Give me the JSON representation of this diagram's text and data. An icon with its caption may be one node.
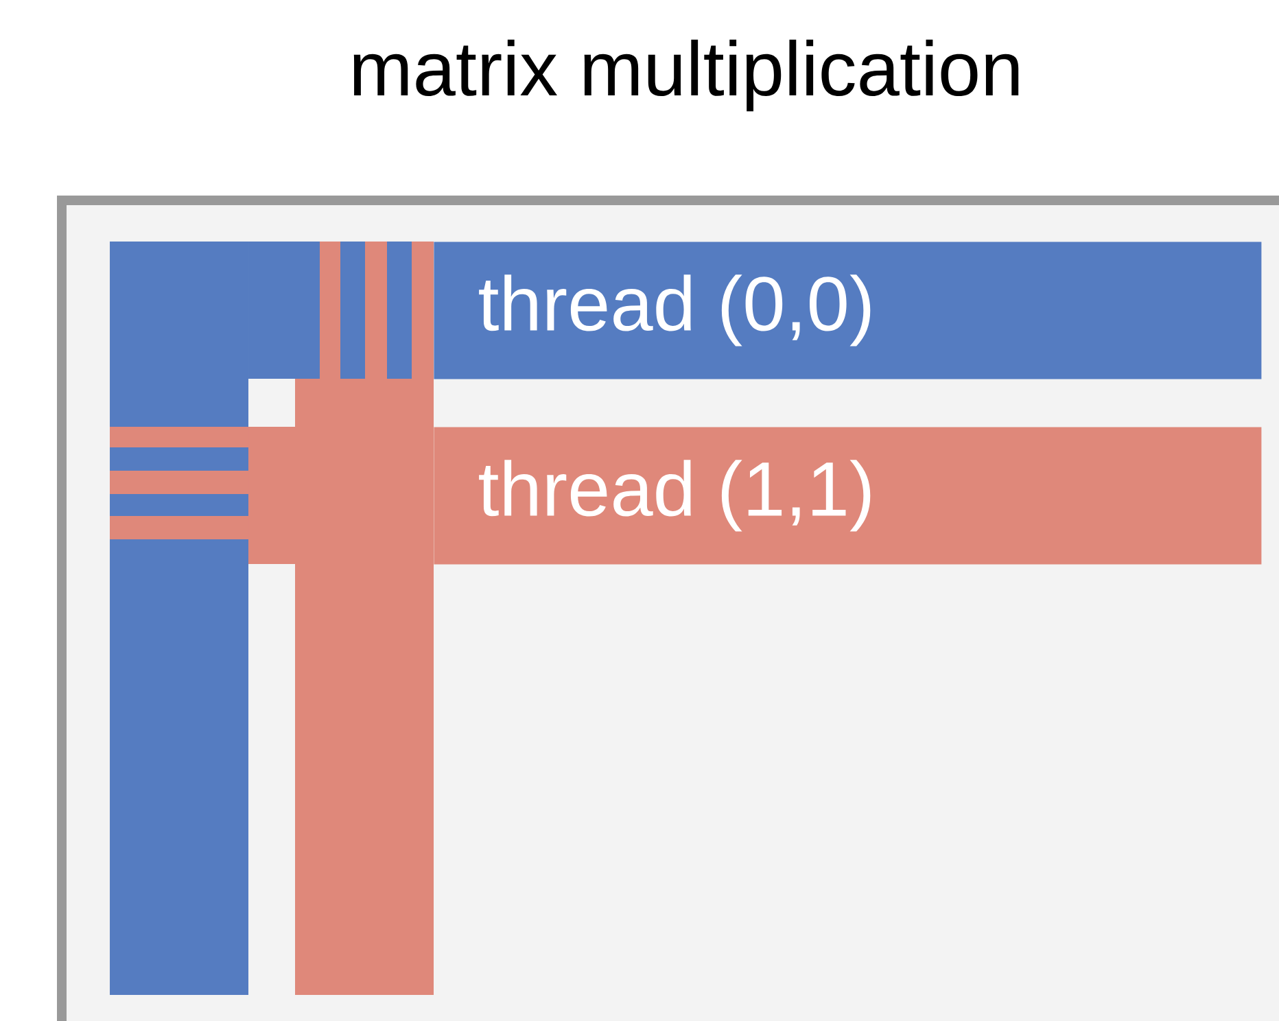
{
  "diagram": {
    "title": "matrix multiplication",
    "nodes": [
      {
        "text": [
          "thread (0,0)"
        ]
      },
      {
        "text": [
          "thread (1,1)"
        ]
      }
    ]
  }
}
